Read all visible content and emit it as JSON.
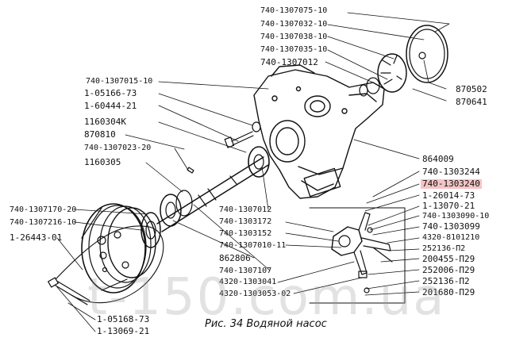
{
  "figure": {
    "caption": "Рис. 34 Водяной насос",
    "watermark": "t-150.com.ua",
    "highlight_color": "#f4c4c4",
    "line_color": "#111111"
  },
  "labels": {
    "l01": "740-1307075-10",
    "l02": "740-1307032-10",
    "l03": "740-1307038-10",
    "l04": "740-1307035-10",
    "l05": "740-1307012",
    "l06": "870502",
    "l07": "870641",
    "l08": "740-1307015-10",
    "l09": "1-05166-73",
    "l10": "1-60444-21",
    "l11": "1160304К",
    "l12": "870810",
    "l13": "740-1307023-20",
    "l14": "1160305",
    "l15": "864009",
    "l16": "740-1303244",
    "l17": "740-1303240",
    "l18": "1-26014-73",
    "l19": "1-13070-21",
    "l20": "740-1303090-10",
    "l21": "740-1303099",
    "l22": "4320-8101210",
    "l23": "252136-П2",
    "l24": "200455-П29",
    "l25": "252006-П29",
    "l26": "252136-П2",
    "l27": "201680-П29",
    "l28": "740-1307170-20",
    "l29": "740-1307216-10",
    "l30": "1-26443-01",
    "l31": "740-1307012",
    "l32": "740-1303172",
    "l33": "740-1303152",
    "l34": "740-1307010-11",
    "l35": "862806",
    "l36": "740-1307107",
    "l37": "4320-1303041",
    "l38": "4320-1303053-02",
    "l39": "1-05168-73",
    "l40": "1-13069-21"
  }
}
